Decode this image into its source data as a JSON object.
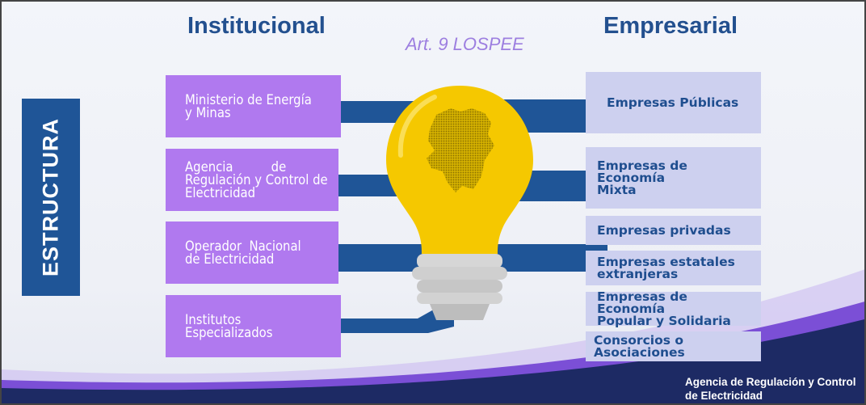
{
  "headers": {
    "left": "Institucional",
    "center": "Art. 9 LOSPEE",
    "right": "Empresarial"
  },
  "side_title": "ESTRUCTURA",
  "institutional": [
    {
      "line1": "Ministerio de Energía",
      "line2": "y Minas",
      "line3": ""
    },
    {
      "line1": "Agencia          de",
      "line2": "Regulación y Control de",
      "line3": "Electricidad"
    },
    {
      "line1": "Operador  Nacional",
      "line2": "de Electricidad",
      "line3": ""
    },
    {
      "line1": "Institutos",
      "line2": "Especializados",
      "line3": ""
    }
  ],
  "enterprise": [
    {
      "line1": "Empresas Públicas",
      "line2": ""
    },
    {
      "line1": "Empresas de Economía",
      "line2": "Mixta"
    },
    {
      "line1": "Empresas privadas",
      "line2": ""
    },
    {
      "line1": "Empresas estatales",
      "line2": "extranjeras"
    },
    {
      "line1": "Empresas de Economía",
      "line2": "Popular y Solidaria"
    },
    {
      "line1": "Consorcios o Asociaciones",
      "line2": ""
    }
  ],
  "footer": {
    "line1": "Agencia de Regulación y Control",
    "line2": "de Electricidad"
  },
  "colors": {
    "header_text": "#23508f",
    "band": "#1f5597",
    "purple_box": "#b079ef",
    "lavender_box": "#cdd0ef",
    "bulb_yellow": "#f5c800",
    "footer_navy": "#1d2a64",
    "footer_violet": "#7b4fd6"
  },
  "icons": [
    "light-bulb-icon",
    "ecuador-map-icon"
  ]
}
